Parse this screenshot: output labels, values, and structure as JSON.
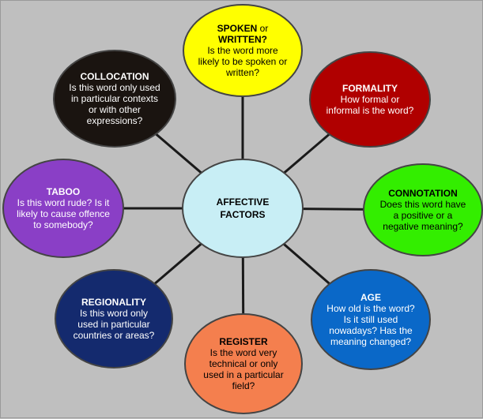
{
  "center": {
    "line1": "AFFECTIVE",
    "line2": "FACTORS"
  },
  "nodes": [
    {
      "id": "spoken",
      "title": "SPOKEN",
      "title_suffix": "or",
      "title_line2": "WRITTEN?",
      "question": "Is the word more likely to be spoken or written?",
      "color": "#ffff00",
      "text_color": "#000000"
    },
    {
      "id": "formality",
      "title": "FORMALITY",
      "question": "How formal or informal is the word?",
      "color": "#b00000",
      "text_color": "#ffffff"
    },
    {
      "id": "connotation",
      "title": "CONNOTATION",
      "question": "Does this word have a positive or a negative meaning?",
      "color": "#33ee00",
      "text_color": "#000000"
    },
    {
      "id": "age",
      "title": "AGE",
      "question": "How old is the word? Is it still used nowadays? Has the meaning changed?",
      "color": "#0a68c8",
      "text_color": "#ffffff"
    },
    {
      "id": "register",
      "title": "REGISTER",
      "question": "Is the word very technical or only used in a particular field?",
      "color": "#f47f4e",
      "text_color": "#000000"
    },
    {
      "id": "regionality",
      "title": "REGIONALITY",
      "question": "Is this word only used in particular countries or areas?",
      "color": "#142a6e",
      "text_color": "#ffffff"
    },
    {
      "id": "taboo",
      "title": "TABOO",
      "question": "Is this word rude? Is it likely to cause offence to somebody?",
      "color": "#8a3fc6",
      "text_color": "#ffffff"
    },
    {
      "id": "collocation",
      "title": "COLLOCATION",
      "question": "Is this word only used in particular contexts or with other expressions?",
      "color": "#1a1410",
      "text_color": "#ffffff"
    }
  ],
  "center_color": "#c8eef5",
  "line_color": "#1a1a1a"
}
